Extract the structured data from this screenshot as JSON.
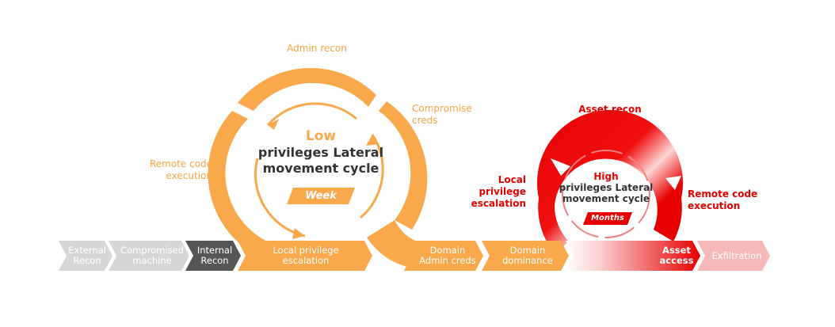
{
  "low_cycle": {
    "title_line1": "Low",
    "title_line2": "privileges Lateral",
    "title_line3": "movement cycle",
    "duration": "Week",
    "label_top": "Admin recon",
    "label_right_line1": "Compromise",
    "label_right_line2": "creds",
    "label_left_line1": "Remote code",
    "label_left_line2": "execution"
  },
  "high_cycle": {
    "title_line1": "High",
    "title_line2": "privileges Lateral",
    "title_line3": "movement cycle",
    "duration": "Months",
    "label_top": "Asset recon",
    "label_left_line1": "Local",
    "label_left_line2": "privilege",
    "label_left_line3": "escalation",
    "label_right_line1": "Remote code",
    "label_right_line2": "execution"
  },
  "chevrons": [
    {
      "line1": "External",
      "line2": "Recon"
    },
    {
      "line1": "Compromised",
      "line2": "machine"
    },
    {
      "line1": "Internal",
      "line2": "Recon"
    },
    {
      "line1": "Local privilege",
      "line2": "escalation"
    },
    {
      "line1": "Domain",
      "line2": "Admin creds"
    },
    {
      "line1": "Domain",
      "line2": "dominance"
    },
    {
      "line1": "Asset",
      "line2": "access"
    },
    {
      "line1": "Exfiltration",
      "line2": ""
    }
  ],
  "colors": {
    "orange": "#f9a94b",
    "orange_text": "#f5a544",
    "red": "#e60000",
    "gray_light": "#d6d6d6",
    "gray_dark": "#555555",
    "pink": "#f7b8b8"
  }
}
